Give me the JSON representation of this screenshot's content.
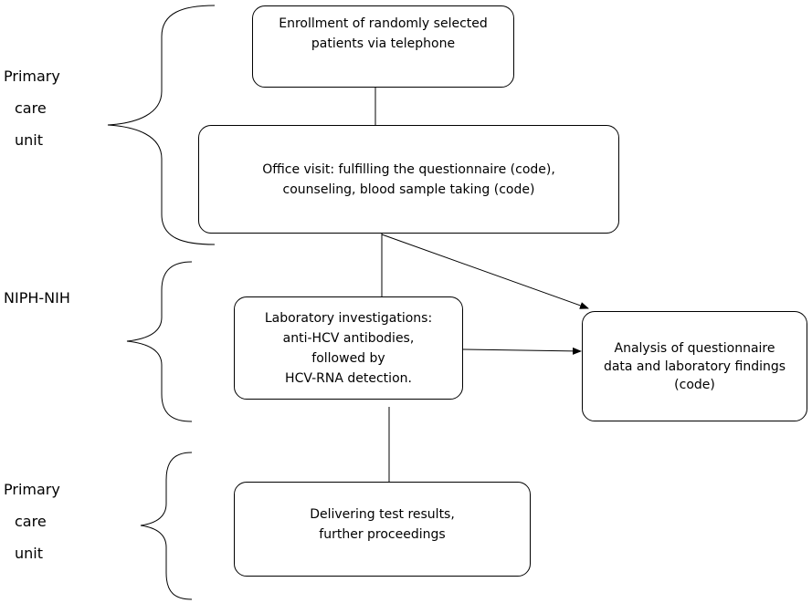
{
  "side_labels": {
    "top": [
      "Primary",
      "care",
      "unit"
    ],
    "middle": [
      "NIPH-NIH"
    ],
    "bottom": [
      "Primary",
      "care",
      "unit"
    ]
  },
  "boxes": {
    "enrollment": [
      "Enrollment of randomly selected",
      "patients via telephone"
    ],
    "office_visit": [
      "Office visit: fulfilling the questionnaire (code),",
      "counseling, blood sample taking (code)"
    ],
    "laboratory": [
      "Laboratory investigations:",
      "anti-HCV antibodies,",
      "followed by",
      "HCV-RNA detection."
    ],
    "analysis": [
      "Analysis of questionnaire",
      "data and laboratory findings",
      "(code)"
    ],
    "delivering": [
      "Delivering test results,",
      "further proceedings"
    ]
  }
}
